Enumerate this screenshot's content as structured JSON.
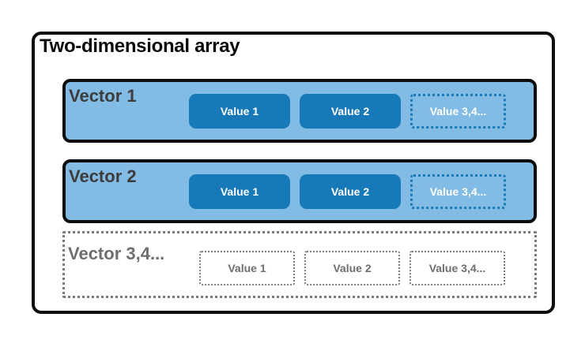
{
  "title": "Two-dimensional array",
  "rows": [
    {
      "label": "Vector 1",
      "style": "solid",
      "values": [
        {
          "label": "Value 1",
          "style": "solid"
        },
        {
          "label": "Value 2",
          "style": "solid"
        },
        {
          "label": "Value 3,4...",
          "style": "dotted-placeholder"
        }
      ]
    },
    {
      "label": "Vector 2",
      "style": "solid",
      "values": [
        {
          "label": "Value 1",
          "style": "solid"
        },
        {
          "label": "Value 2",
          "style": "solid"
        },
        {
          "label": "Value 3,4...",
          "style": "dotted-placeholder"
        }
      ]
    },
    {
      "label": "Vector 3,4...",
      "style": "dotted-placeholder",
      "values": [
        {
          "label": "Value 1",
          "style": "dotted-placeholder"
        },
        {
          "label": "Value 2",
          "style": "dotted-placeholder"
        },
        {
          "label": "Value 3,4...",
          "style": "dotted-placeholder"
        }
      ]
    }
  ],
  "colors": {
    "vector_row_fill": "#82BBE4",
    "value_box_fill": "#1779B8",
    "outline_black": "#0D0D0D",
    "placeholder_gray_border": "#7A7A7A",
    "vector_label_text": "#3C3C3C",
    "placeholder_text": "#6E6E6E",
    "value_text": "#FFFFFF",
    "title_text": "#0A0A0A"
  }
}
